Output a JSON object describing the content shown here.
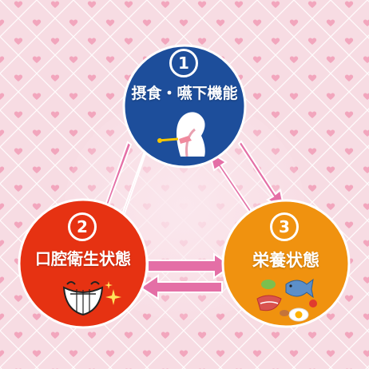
{
  "colors": {
    "background": "#f7dce3",
    "diamond_line": "#ffffff",
    "heart": "#f2a6bd",
    "arrow": "#e46fa6",
    "circle_1": "#1d4e9b",
    "circle_2": "#e63212",
    "circle_3": "#f0920f"
  },
  "nodes": [
    {
      "number": "1",
      "label": "摂食・嚥下機能",
      "icon": "throat-anatomy-icon"
    },
    {
      "number": "2",
      "label": "口腔衛生状態",
      "icon": "smiling-teeth-icon"
    },
    {
      "number": "3",
      "label": "栄養状態",
      "icon": "food-group-icon"
    }
  ]
}
